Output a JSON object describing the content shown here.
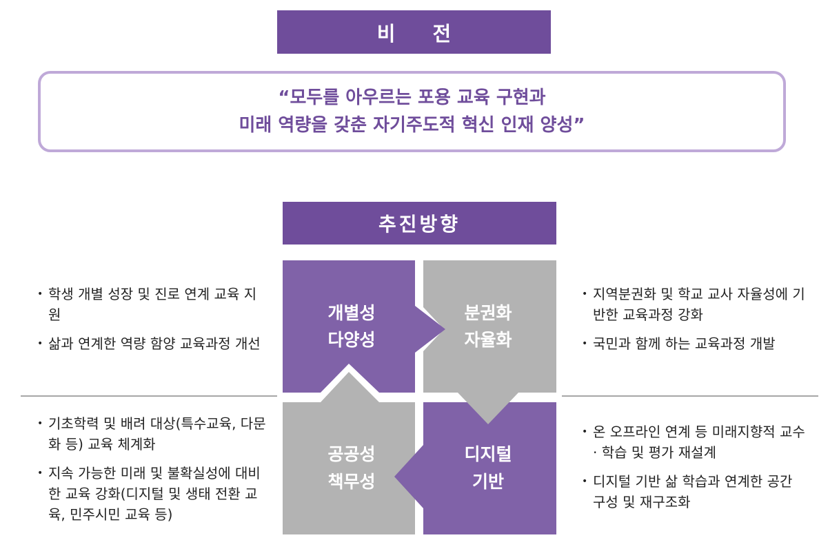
{
  "vision": {
    "title": "비  전",
    "line1": "“모두를 아우르는 포용 교육 구현과",
    "line2": "미래 역량을 갖춘 자기주도적 혁신 인재 양성”"
  },
  "directions": {
    "title": "추진방향",
    "quadrants": [
      {
        "line1": "개별성",
        "line2": "다양성",
        "color": "#8062a8"
      },
      {
        "line1": "분권화",
        "line2": "자율화",
        "color": "#b3b3b3"
      },
      {
        "line1": "디지털",
        "line2": "기반",
        "color": "#8062a8"
      },
      {
        "line1": "공공성",
        "line2": "책무성",
        "color": "#b3b3b3"
      }
    ]
  },
  "bullets": {
    "top_left": [
      "학생 개별 성장 및 진로 연계 교육 지원",
      "삶과 연계한 역량 함양 교육과정 개선"
    ],
    "top_right": [
      "지역분권화 및 학교 교사 자율성에 기반한 교육과정 강화",
      "국민과 함께 하는 교육과정 개발"
    ],
    "bottom_left": [
      "기초학력 및 배려 대상(특수교육, 다문화 등) 교육 체계화",
      "지속 가능한 미래 및 불확실성에 대비한 교육 강화(디지털 및 생태 전환 교육, 민주시민 교육 등)"
    ],
    "bottom_right": [
      "온 오프라인 연계 등 미래지향적 교수 · 학습 및 평가 재설계",
      "디지털 기반 삶 학습과 연계한 공간 구성 및 재구조화"
    ]
  }
}
